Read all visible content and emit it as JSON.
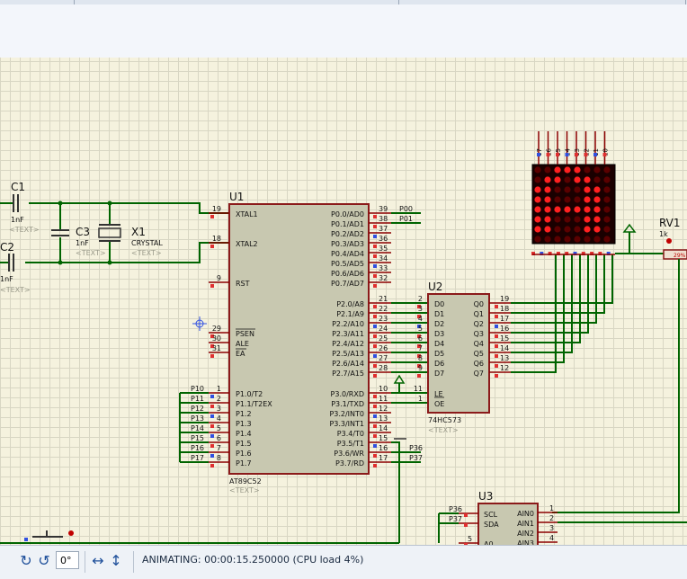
{
  "toolbar": {
    "rotation_value": "0°",
    "rotate_cw_icon": "rotate-clockwise-icon",
    "rotate_ccw_icon": "rotate-counterclockwise-icon",
    "mirror_h_icon": "mirror-horizontal-icon",
    "mirror_v_icon": "mirror-vertical-icon"
  },
  "status": {
    "text": "ANIMATING: 00:00:15.250000 (CPU load 4%)"
  },
  "colors": {
    "wire": "#006400",
    "body": "#c8c8b0",
    "outline": "#8b1a1a",
    "pin": "#8b0000",
    "label": "#00008b",
    "text_hint": "#9a9a8a"
  },
  "schematic": {
    "c1": {
      "ref": "C1",
      "value": "1nF",
      "text": "<TEXT>"
    },
    "c2": {
      "ref": "C2",
      "value": "1nF",
      "text": "<TEXT>"
    },
    "c3": {
      "ref": "C3",
      "value": "1nF",
      "text": "<TEXT>"
    },
    "x1": {
      "ref": "X1",
      "value": "CRYSTAL",
      "text": "<TEXT>"
    },
    "u1": {
      "ref": "U1",
      "part": "AT89C52",
      "text": "<TEXT>",
      "left_pins": [
        {
          "num": "19",
          "name": "XTAL1"
        },
        {
          "num": "18",
          "name": "XTAL2"
        },
        {
          "num": "9",
          "name": "RST"
        },
        {
          "num": "29",
          "name": "PSEN"
        },
        {
          "num": "30",
          "name": "ALE"
        },
        {
          "num": "31",
          "name": "EA"
        },
        {
          "num": "1",
          "name": "P1.0/T2"
        },
        {
          "num": "2",
          "name": "P1.1/T2EX"
        },
        {
          "num": "3",
          "name": "P1.2"
        },
        {
          "num": "4",
          "name": "P1.3"
        },
        {
          "num": "5",
          "name": "P1.4"
        },
        {
          "num": "6",
          "name": "P1.5"
        },
        {
          "num": "7",
          "name": "P1.6"
        },
        {
          "num": "8",
          "name": "P1.7"
        }
      ],
      "right_pins_p0": [
        {
          "num": "39",
          "name": "P0.0/AD0"
        },
        {
          "num": "38",
          "name": "P0.1/AD1"
        },
        {
          "num": "37",
          "name": "P0.2/AD2"
        },
        {
          "num": "36",
          "name": "P0.3/AD3"
        },
        {
          "num": "35",
          "name": "P0.4/AD4"
        },
        {
          "num": "34",
          "name": "P0.5/AD5"
        },
        {
          "num": "33",
          "name": "P0.6/AD6"
        },
        {
          "num": "32",
          "name": "P0.7/AD7"
        }
      ],
      "right_pins_p2": [
        {
          "num": "21",
          "name": "P2.0/A8"
        },
        {
          "num": "22",
          "name": "P2.1/A9"
        },
        {
          "num": "23",
          "name": "P2.2/A10"
        },
        {
          "num": "24",
          "name": "P2.3/A11"
        },
        {
          "num": "25",
          "name": "P2.4/A12"
        },
        {
          "num": "26",
          "name": "P2.5/A13"
        },
        {
          "num": "27",
          "name": "P2.6/A14"
        },
        {
          "num": "28",
          "name": "P2.7/A15"
        }
      ],
      "right_pins_p3": [
        {
          "num": "10",
          "name": "P3.0/RXD"
        },
        {
          "num": "11",
          "name": "P3.1/TXD"
        },
        {
          "num": "12",
          "name": "P3.2/INT0"
        },
        {
          "num": "13",
          "name": "P3.3/INT1"
        },
        {
          "num": "14",
          "name": "P3.4/T0"
        },
        {
          "num": "15",
          "name": "P3.5/T1"
        },
        {
          "num": "16",
          "name": "P3.6/WR"
        },
        {
          "num": "17",
          "name": "P3.7/RD"
        }
      ],
      "net_labels_p1": [
        "P10",
        "P11",
        "P12",
        "P13",
        "P14",
        "P15",
        "P16",
        "P17"
      ],
      "net_labels_p0": [
        "P00",
        "P01"
      ],
      "net_labels_p3": [
        "P36",
        "P37"
      ]
    },
    "u2": {
      "ref": "U2",
      "part": "74HC573",
      "text": "<TEXT>",
      "d_pins": [
        {
          "num": "2",
          "name": "D0"
        },
        {
          "num": "3",
          "name": "D1"
        },
        {
          "num": "4",
          "name": "D2"
        },
        {
          "num": "5",
          "name": "D3"
        },
        {
          "num": "6",
          "name": "D4"
        },
        {
          "num": "7",
          "name": "D5"
        },
        {
          "num": "8",
          "name": "D6"
        },
        {
          "num": "9",
          "name": "D7"
        }
      ],
      "q_pins": [
        {
          "num": "19",
          "name": "Q0"
        },
        {
          "num": "18",
          "name": "Q1"
        },
        {
          "num": "17",
          "name": "Q2"
        },
        {
          "num": "16",
          "name": "Q3"
        },
        {
          "num": "15",
          "name": "Q4"
        },
        {
          "num": "14",
          "name": "Q5"
        },
        {
          "num": "13",
          "name": "Q6"
        },
        {
          "num": "12",
          "name": "Q7"
        }
      ],
      "ctrl_pins": [
        {
          "num": "11",
          "name": "LE"
        },
        {
          "num": "1",
          "name": "OE"
        }
      ]
    },
    "matrix": {
      "pin_labels": [
        "17",
        "16",
        "15",
        "14",
        "13",
        "12",
        "11",
        "10"
      ],
      "lit_rows": [
        [
          0,
          0,
          1,
          1,
          1,
          0,
          0,
          0
        ],
        [
          0,
          1,
          1,
          0,
          1,
          1,
          0,
          0
        ],
        [
          1,
          1,
          0,
          0,
          0,
          1,
          1,
          0
        ],
        [
          1,
          1,
          0,
          0,
          0,
          1,
          1,
          0
        ],
        [
          1,
          1,
          1,
          1,
          1,
          1,
          1,
          0
        ],
        [
          1,
          1,
          0,
          0,
          0,
          1,
          1,
          0
        ],
        [
          1,
          1,
          0,
          0,
          0,
          1,
          1,
          0
        ],
        [
          0,
          0,
          0,
          0,
          0,
          0,
          0,
          0
        ]
      ]
    },
    "rv1": {
      "ref": "RV1",
      "value": "1k",
      "percent": "29%"
    },
    "u3": {
      "ref": "U3",
      "left_pins": [
        {
          "num": "",
          "name": "SCL",
          "label": "P36"
        },
        {
          "num": "",
          "name": "SDA",
          "label": "P37"
        },
        {
          "num": "5",
          "name": "A0",
          "label": ""
        }
      ],
      "right_pins": [
        {
          "num": "1",
          "name": "AIN0"
        },
        {
          "num": "2",
          "name": "AIN1"
        },
        {
          "num": "3",
          "name": "AIN2"
        },
        {
          "num": "4",
          "name": "AIN3"
        }
      ]
    }
  }
}
